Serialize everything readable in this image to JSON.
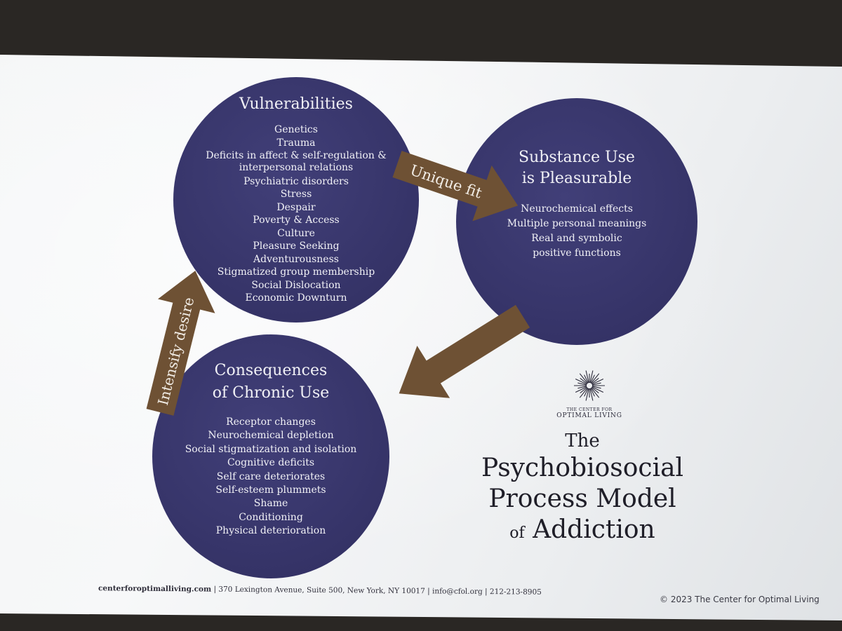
{
  "vulnerabilities": {
    "title": "Vulnerabilities",
    "items": [
      "Genetics",
      "Trauma",
      "Deficits in affect & self-regulation &",
      "interpersonal relations",
      "Psychiatric disorders",
      "Stress",
      "Despair",
      "Poverty & Access",
      "Culture",
      "Pleasure Seeking",
      "Adventurousness",
      "Stigmatized group membership",
      "Social Dislocation",
      "Economic Downturn"
    ]
  },
  "substance_use": {
    "title_line1": "Substance Use",
    "title_line2": "is Pleasurable",
    "items": [
      "Neurochemical effects",
      "Multiple personal meanings",
      "Real and symbolic positive functions"
    ]
  },
  "consequences": {
    "title_line1": "Consequences",
    "title_line2": "of Chronic Use",
    "items": [
      "Receptor changes",
      "Neurochemical depletion",
      "Social stigmatization and isolation",
      "Cognitive deficits",
      "Self care deteriorates",
      "Self-esteem plummets",
      "Shame",
      "Conditioning",
      "Physical deterioration"
    ]
  },
  "arrows": {
    "unique_fit": "Unique fit",
    "intensify_desire": "Intensify desire"
  },
  "brand": {
    "line1": "THE CENTER FOR",
    "line2": "OPTIMAL LIVING"
  },
  "model_title": {
    "line1": "The",
    "line2": "Psychobiosocial",
    "line3": "Process Model",
    "of": "of",
    "addiction": "Addiction"
  },
  "footer": {
    "url": "centerforoptimalliving.com",
    "address": "370 Lexington Avenue, Suite 500,  New York, NY 10017",
    "email": "info@cfol.org",
    "phone": "212-213-8905",
    "separator": " | "
  },
  "copyright": "© 2023 The Center for Optimal Living",
  "colors": {
    "circle": "#37356a",
    "arrow": "#6e5134",
    "circle_text": "#f1f1f6",
    "title_text": "#1f1e28"
  }
}
